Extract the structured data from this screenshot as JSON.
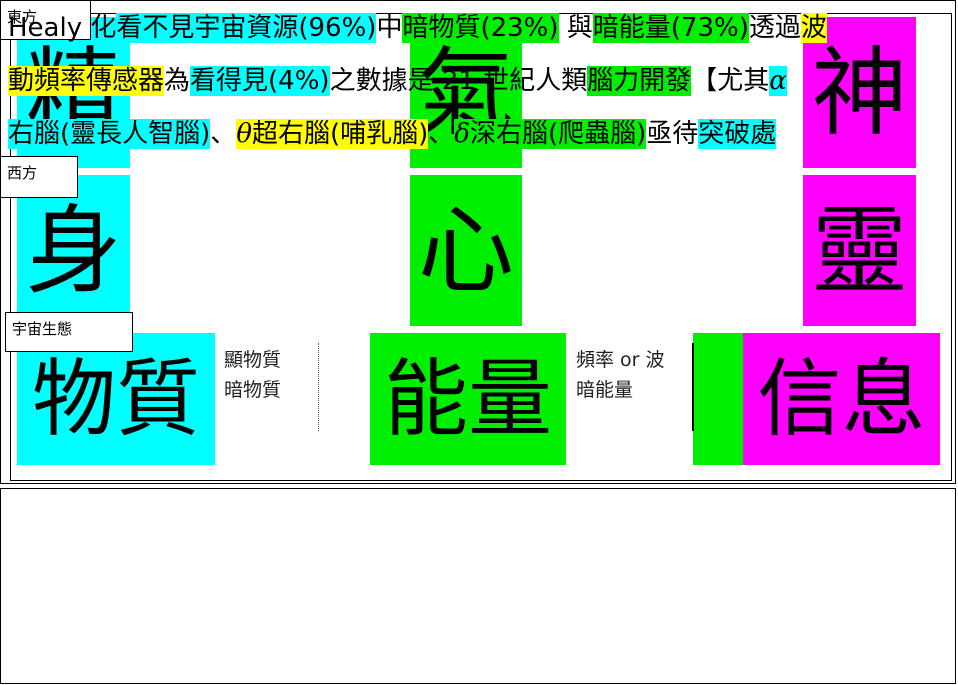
{
  "labels": {
    "east": "東方",
    "west": "西方",
    "cosmos": "宇宙生態"
  },
  "row1": {
    "jing": "精",
    "qi": "氣",
    "shen": "神"
  },
  "row2": {
    "body": "身",
    "heart": "心",
    "spirit": "靈"
  },
  "row3": {
    "matter": "物質",
    "matter_note_1": "顯物質",
    "matter_note_2": "暗物質",
    "energy": "能量",
    "energy_note_1": "頻率 or 波",
    "energy_note_2": "暗能量",
    "info": "信息"
  },
  "colors": {
    "cyan": "#00ffff",
    "green": "#00ee00",
    "magenta": "#ff00ff",
    "yellow": "#ffff00"
  },
  "paragraph": {
    "l1": [
      "Healy 化",
      "看不見宇宙資源(96%)",
      "中",
      "暗物質(23%)",
      " 與",
      "暗能量(73%)",
      "透過",
      "波"
    ],
    "l2": [
      "動頻率傳感器",
      "為",
      "看得見(4%)",
      "之數據",
      "是 21 世紀人類",
      "腦力開發",
      "【尤其",
      "α"
    ],
    "l3": [
      "右腦(靈長人智腦)",
      "、",
      "θ",
      "超右腦(哺乳腦)",
      "、",
      "δ",
      "深右腦(爬蟲腦)",
      "亟待",
      "突破處"
    ]
  }
}
